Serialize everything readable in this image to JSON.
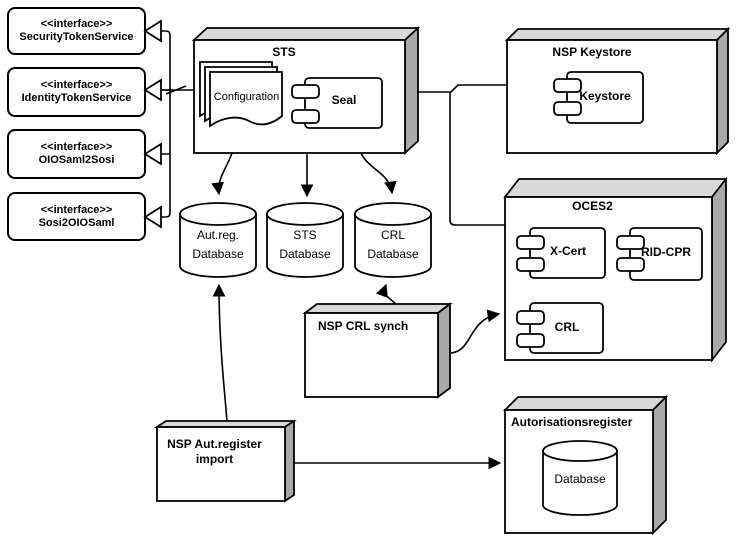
{
  "diagram": {
    "type": "uml-component-deployment-diagram",
    "interfaces": [
      {
        "stereotype": "<<interface>>",
        "name": "SecurityTokenService"
      },
      {
        "stereotype": "<<interface>>",
        "name": "IdentityTokenService"
      },
      {
        "stereotype": "<<interface>>",
        "name": "OIOSaml2Sosi"
      },
      {
        "stereotype": "<<interface>>",
        "name": "Sosi2OIOSaml"
      }
    ],
    "nodes": {
      "sts": {
        "title": "STS",
        "artifact_label": "Configuration",
        "component_label": "Seal"
      },
      "nsp_keystore": {
        "title": "NSP Keystore",
        "component_label": "Keystore"
      },
      "oces2": {
        "title": "OCES2",
        "component_xcert": "X-Cert",
        "component_ridcpr": "RID-CPR",
        "component_crl": "CRL"
      },
      "nsp_crl_synch": {
        "title": "NSP CRL synch"
      },
      "nsp_aut_register_import": {
        "title_line1": "NSP Aut.register",
        "title_line2": "import"
      },
      "autorisationsregister": {
        "title": "Autorisationsregister",
        "database_label": "Database"
      }
    },
    "databases": [
      {
        "name_line1": "Aut.reg.",
        "name_line2": "Database"
      },
      {
        "name_line1": "STS",
        "name_line2": "Database"
      },
      {
        "name_line1": "CRL",
        "name_line2": "Database"
      }
    ],
    "colors": {
      "background": "#ffffff",
      "shape_fill": "#ffffff",
      "stroke": "#000000",
      "box_top_face": "#d9d9d9",
      "box_side_face": "#a9a9a9"
    }
  }
}
